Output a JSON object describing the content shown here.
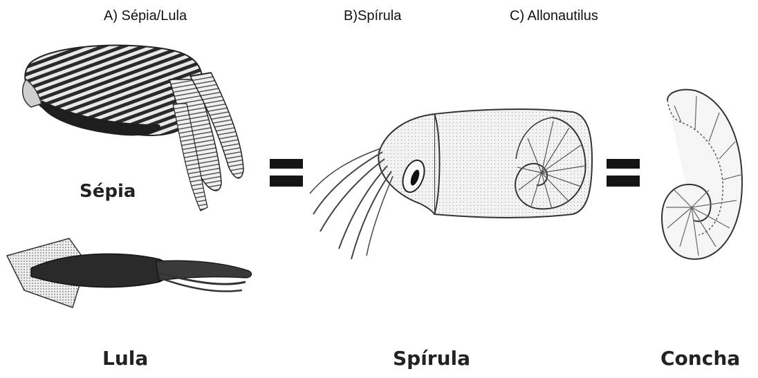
{
  "captions": {
    "a": "A)   Sépia/Lula",
    "b": "B)Spírula",
    "c": "C) Allonautilus"
  },
  "labels": {
    "sepia": "Sépia",
    "lula": "Lula",
    "spirula": "Spírula",
    "concha": "Concha"
  },
  "colors": {
    "ink": "#151515",
    "body_fill": "#f3f3f3"
  }
}
